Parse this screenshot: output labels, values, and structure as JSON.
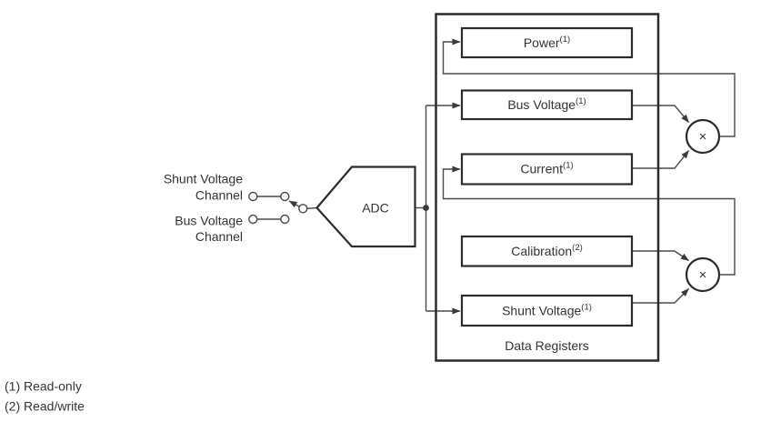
{
  "colors": {
    "background": "#ffffff",
    "wire": "#4a4a4a",
    "box_stroke": "#2b2b2b",
    "text": "#333333"
  },
  "channels": {
    "shunt": {
      "line1": "Shunt Voltage",
      "line2": "Channel"
    },
    "bus": {
      "line1": "Bus Voltage",
      "line2": "Channel"
    }
  },
  "adc": {
    "label": "ADC"
  },
  "registers": {
    "title": "Data Registers",
    "power": {
      "label": "Power",
      "footnote_ref": "(1)"
    },
    "bus_voltage": {
      "label": "Bus Voltage",
      "footnote_ref": "(1)"
    },
    "current": {
      "label": "Current",
      "footnote_ref": "(1)"
    },
    "calibration": {
      "label": "Calibration",
      "footnote_ref": "(2)"
    },
    "shunt_voltage": {
      "label": "Shunt Voltage",
      "footnote_ref": "(1)"
    }
  },
  "multipliers": {
    "symbol": "×"
  },
  "footnotes": {
    "read_only": "(1) Read-only",
    "read_write": "(2) Read/write"
  }
}
